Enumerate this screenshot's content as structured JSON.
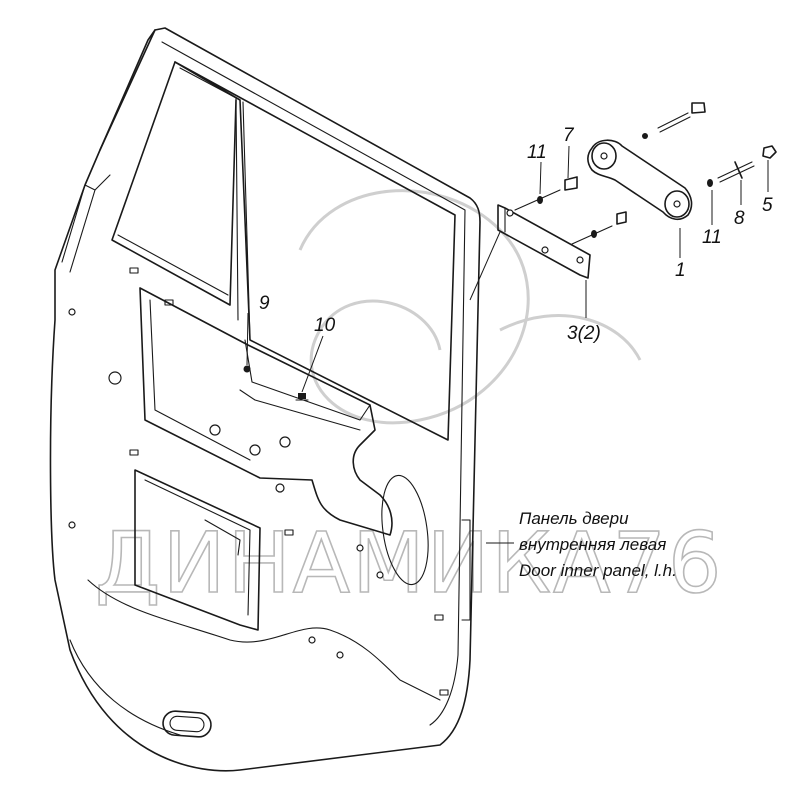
{
  "diagram": {
    "callouts": {
      "c1": "1",
      "c3": "3(2)",
      "c5": "5",
      "c7": "7",
      "c8": "8",
      "c9": "9",
      "c10": "10",
      "c11a": "11",
      "c11b": "11"
    },
    "panel_label": {
      "line1": "Панель двери",
      "line2": "внутренняя левая",
      "line3": "Door inner panel, l.h."
    },
    "watermark": "ДИНАМИКА76"
  }
}
